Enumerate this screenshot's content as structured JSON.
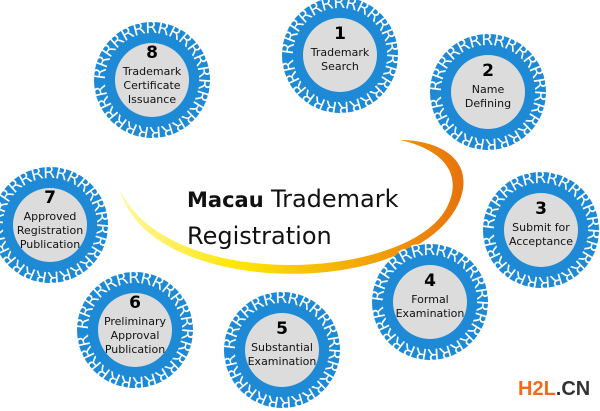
{
  "title": {
    "line1_a": "Macau",
    "line1_b": "Trademark",
    "line2": "Registration"
  },
  "ring_letter": "R",
  "colors": {
    "ring": "#1e8ad6",
    "inner": "#dcdcdc",
    "swoosh_start": "#ffe600",
    "swoosh_end": "#e8720c"
  },
  "steps": [
    {
      "number": "1",
      "lines": [
        "Trademark",
        "Search"
      ]
    },
    {
      "number": "2",
      "lines": [
        "Name",
        "Defining"
      ]
    },
    {
      "number": "3",
      "lines": [
        "Submit for",
        "Acceptance"
      ]
    },
    {
      "number": "4",
      "lines": [
        "Formal",
        "Examination"
      ]
    },
    {
      "number": "5",
      "lines": [
        "Substantial",
        "Examination"
      ]
    },
    {
      "number": "6",
      "lines": [
        "Preliminary",
        "Approval",
        "Publication"
      ]
    },
    {
      "number": "7",
      "lines": [
        "Approved",
        "Registration",
        "Publication"
      ]
    },
    {
      "number": "8",
      "lines": [
        "Trademark",
        "Certificate",
        "Issuance"
      ]
    }
  ],
  "watermark": {
    "part1": "H2L",
    "part2": ".CN"
  }
}
